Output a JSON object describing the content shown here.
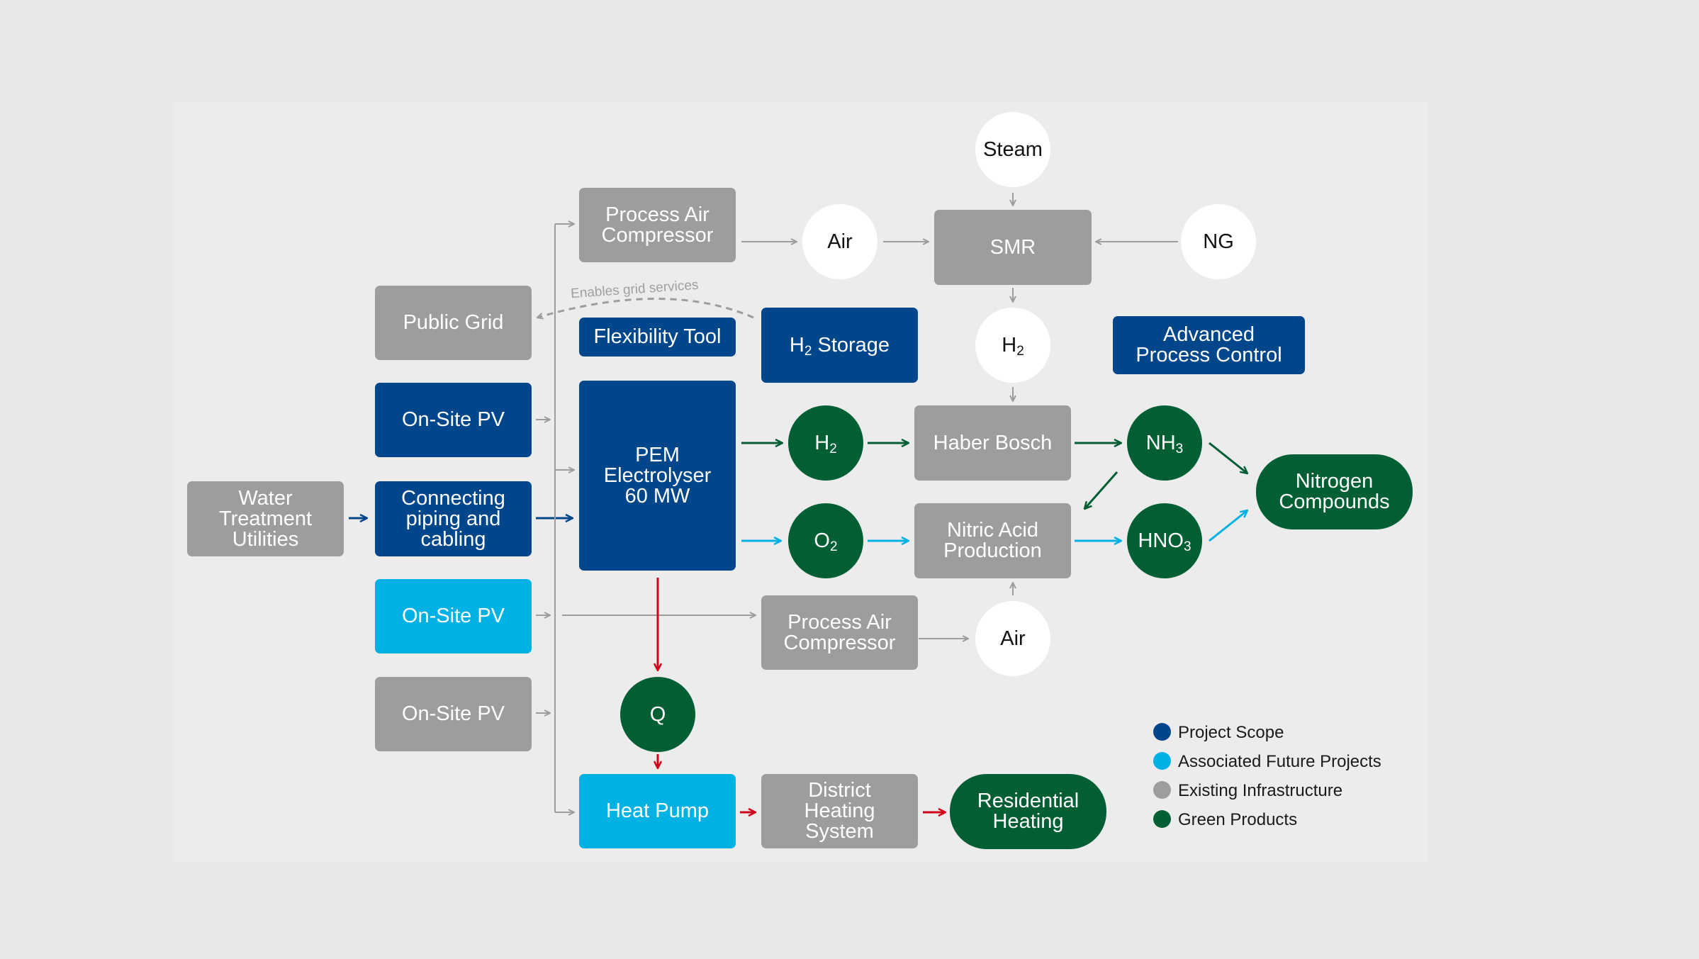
{
  "nodes": {
    "water_treatment": "Water\nTreatment\nUtilities",
    "public_grid": "Public Grid",
    "onsite_pv_scope": "On-Site PV",
    "connecting_piping": "Connecting\npiping and\ncabling",
    "onsite_pv_future": "On-Site PV",
    "onsite_pv_existing": "On-Site PV",
    "process_air_compressor_top": "Process Air\nCompressor",
    "flexibility_tool": "Flexibility Tool",
    "pem_electrolyser": "PEM\nElectrolyser\n60 MW",
    "heat_pump": "Heat Pump",
    "h2_storage_main": "H",
    "h2_storage_sub": "2",
    "h2_storage_rest": " Storage",
    "air_top": "Air",
    "steam": "Steam",
    "smr": "SMR",
    "ng": "NG",
    "h2_smr_main": "H",
    "h2_smr_sub": "2",
    "advanced_process_control": "Advanced\nProcess Control",
    "h2_green_main": "H",
    "h2_green_sub": "2",
    "o2_main": "O",
    "o2_sub": "2",
    "haber_bosch": "Haber Bosch",
    "nitric_acid": "Nitric Acid\nProduction",
    "nh3_main": "NH",
    "nh3_sub": "3",
    "hno3_main": "HNO",
    "hno3_sub": "3",
    "nitrogen_compounds": "Nitrogen\nCompounds",
    "process_air_compressor_bottom": "Process Air\nCompressor",
    "air_bottom": "Air",
    "q": "Q",
    "district_heating": "District\nHeating\nSystem",
    "residential_heating": "Residential\nHeating"
  },
  "annotations": {
    "grid_services": "Enables grid services"
  },
  "legend": [
    {
      "label": "Project Scope",
      "color": "#00468b"
    },
    {
      "label": "Associated Future Projects",
      "color": "#00b1e3"
    },
    {
      "label": "Existing Infrastructure",
      "color": "#9d9d9d"
    },
    {
      "label": "Green Products",
      "color": "#025f34"
    }
  ],
  "colors": {
    "project_scope": "#00468b",
    "future_projects": "#00b1e3",
    "existing": "#9d9d9d",
    "green_products": "#025f34",
    "heat_flow": "#d0021b"
  }
}
